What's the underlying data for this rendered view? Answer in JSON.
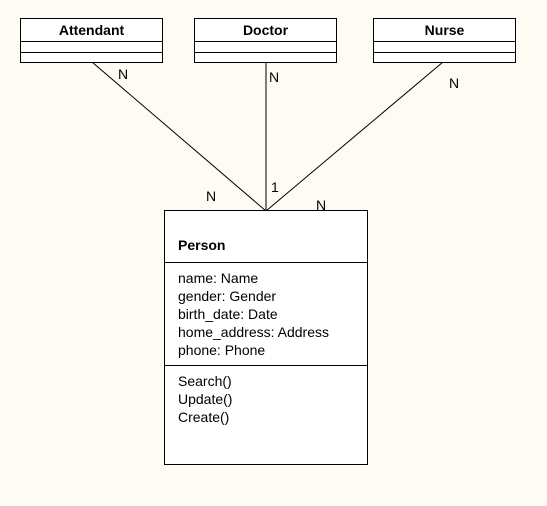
{
  "classes": {
    "attendant": {
      "name": "Attendant"
    },
    "doctor": {
      "name": "Doctor"
    },
    "nurse": {
      "name": "Nurse"
    },
    "person": {
      "name": "Person",
      "attributes": [
        "name: Name",
        "gender: Gender",
        "birth_date: Date",
        "home_address: Address",
        "phone: Phone"
      ],
      "operations": [
        "Search()",
        "Update()",
        "Create()"
      ]
    }
  },
  "associations": {
    "attendant": {
      "source_multiplicity": "N",
      "target_multiplicity": "N"
    },
    "doctor": {
      "source_multiplicity": "N",
      "target_multiplicity": "1"
    },
    "nurse": {
      "source_multiplicity": "N",
      "target_multiplicity": "N"
    }
  },
  "colors": {
    "background": "#fdfbf3",
    "line": "#000000",
    "box_fill": "#ffffff"
  }
}
